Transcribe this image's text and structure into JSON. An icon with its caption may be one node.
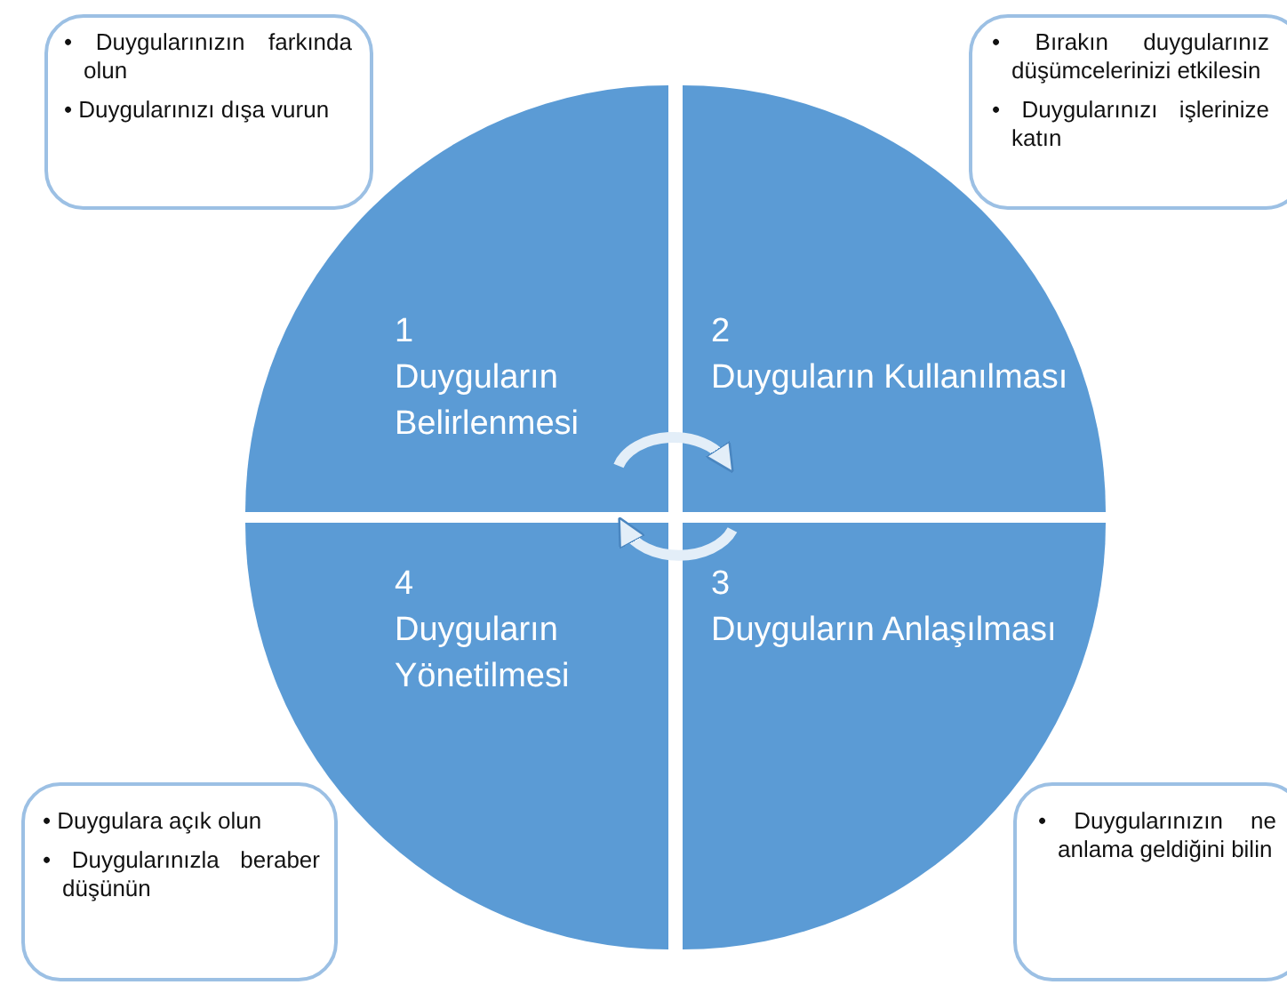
{
  "diagram": {
    "nodes": [
      {
        "text": [
          "• Duygularınızın farkında olun",
          "• Duygularınızı dışa vurun"
        ]
      },
      {
        "text": [
          "• Bırakın duygularınız düşümcelerinizi etkilesin",
          "• Duygularınızı işlerinize katın"
        ]
      },
      {
        "text": [
          "1",
          "Duyguların Belirlenmesi"
        ]
      },
      {
        "text": [
          "2",
          "Duyguların Kullanılması"
        ]
      },
      {
        "text": [
          "4",
          "Duyguların Yönetilmesi"
        ]
      },
      {
        "text": [
          "3",
          "Duyguların Anlaşılması"
        ]
      },
      {
        "text": [
          "• Duygulara açık olun",
          "• Duygularınızla beraber düşünün"
        ]
      },
      {
        "text": [
          "• Duygularınızın ne anlama geldiğini bilin"
        ]
      }
    ],
    "edges": [
      {
        "from": 2,
        "to": 3,
        "arrow": "to"
      },
      {
        "from": 5,
        "to": 4,
        "arrow": "to"
      }
    ]
  }
}
